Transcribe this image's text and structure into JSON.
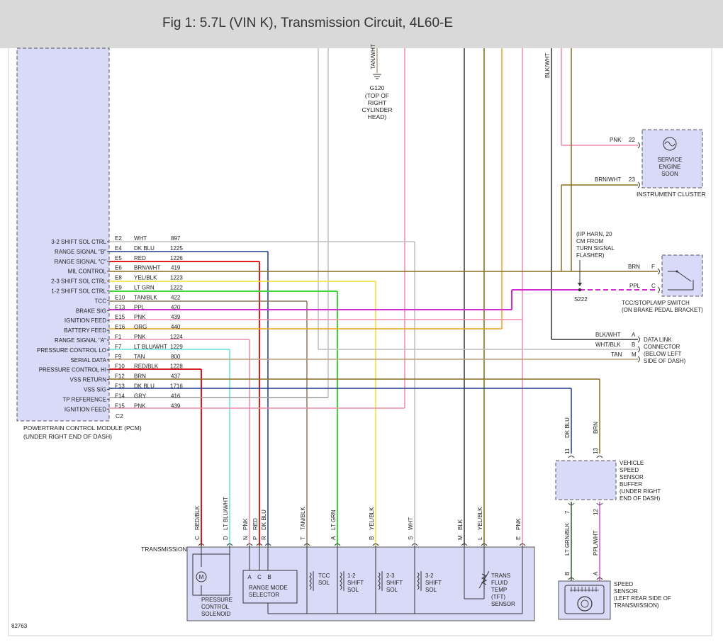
{
  "header": {
    "title": "Fig 1: 5.7L (VIN K), Transmission Circuit, 4L60-E"
  },
  "figure_id": "82763",
  "colors": {
    "WHT": "#bdbdbd",
    "DK BLU": "#1f3a93",
    "RED": "#e31b1b",
    "BRN/WHT": "#8a6d1c",
    "YEL/BLK": "#7a6a14",
    "LT GRN": "#4ecb3f",
    "1-2 GRN": "#3bd43b",
    "TAN/BLK": "#8a7a5c",
    "PPL": "#d22bd2",
    "PNK": "#f28aa8",
    "ORG": "#f0a020",
    "LT BLU/WHT": "#62e0e0",
    "TAN": "#b59f7a",
    "RED/BLK": "#d01c1c",
    "BRN": "#8a6a22",
    "GRY": "#9a9a9a",
    "BLK": "#333333",
    "YEL": "#f2e12d",
    "LT GRN/BLK": "#2f5e2f",
    "PPL/WHT": "#d64fd6",
    "box_fill": "#d9daf8",
    "box_stroke": "#555555"
  },
  "pcm": {
    "name": "POWERTRAIN CONTROL MODULE (PCM)",
    "location": "(UNDER RIGHT END OF DASH)",
    "connector": "C2",
    "pins": [
      {
        "label": "3-2 SHIFT SOL CTRL",
        "pin": "E2",
        "color": "WHT",
        "circuit": "897"
      },
      {
        "label": "RANGE SIGNAL \"B\"",
        "pin": "E4",
        "color": "DK BLU",
        "circuit": "1225"
      },
      {
        "label": "RANGE SIGNAL \"C\"",
        "pin": "E5",
        "color": "RED",
        "circuit": "1226"
      },
      {
        "label": "MIL CONTROL",
        "pin": "E6",
        "color": "BRN/WHT",
        "circuit": "419"
      },
      {
        "label": "2-3 SHIFT SOL CTRL",
        "pin": "E8",
        "color": "YEL/BLK",
        "circuit": "1223"
      },
      {
        "label": "1-2 SHIFT SOL CTRL",
        "pin": "E9",
        "color": "LT GRN",
        "circuit": "1222"
      },
      {
        "label": "TCC",
        "pin": "E10",
        "color": "TAN/BLK",
        "circuit": "422"
      },
      {
        "label": "BRAKE SIG",
        "pin": "E13",
        "color": "PPL",
        "circuit": "420"
      },
      {
        "label": "IGNITION FEED",
        "pin": "E15",
        "color": "PNK",
        "circuit": "439"
      },
      {
        "label": "BATTERY FEED",
        "pin": "E16",
        "color": "ORG",
        "circuit": "440"
      },
      {
        "label": "RANGE SIGNAL \"A\"",
        "pin": "F1",
        "color": "PNK",
        "circuit": "1224"
      },
      {
        "label": "PRESSURE CONTROL LO",
        "pin": "F7",
        "color": "LT BLU/WHT",
        "circuit": "1229"
      },
      {
        "label": "SERIAL DATA",
        "pin": "F9",
        "color": "TAN",
        "circuit": "800"
      },
      {
        "label": "PRESSURE CONTROL HI",
        "pin": "F10",
        "color": "RED/BLK",
        "circuit": "1228"
      },
      {
        "label": "VSS RETURN",
        "pin": "F12",
        "color": "BRN",
        "circuit": "437"
      },
      {
        "label": "VSS SIG",
        "pin": "F13",
        "color": "DK BLU",
        "circuit": "1716"
      },
      {
        "label": "TP REFERENCE",
        "pin": "F14",
        "color": "GRY",
        "circuit": "416"
      },
      {
        "label": "IGNITION FEED",
        "pin": "F15",
        "color": "PNK",
        "circuit": "439"
      }
    ]
  },
  "ground": {
    "wire": "TAN/WHT",
    "name": "G120",
    "location": [
      "(TOP OF",
      "RIGHT",
      "CYLINDER",
      "HEAD)"
    ]
  },
  "top_wire_label": "BLK/WHT",
  "instrument_cluster": {
    "name": "INSTRUMENT CLUSTER",
    "lamp": [
      "SERVICE",
      "ENGINE",
      "SOON"
    ],
    "pins": [
      {
        "color": "PNK",
        "pin": "22"
      },
      {
        "color": "BRN/WHT",
        "pin": "23"
      }
    ]
  },
  "splice": {
    "name": "S222",
    "note": [
      "(I/P HARN, 20",
      "CM FROM",
      "TURN SIGNAL",
      "FLASHER)"
    ]
  },
  "tcc_switch": {
    "name": "TCC/STOPLAMP SWITCH",
    "location": "(ON BRAKE PEDAL BRACKET)",
    "pins": [
      {
        "color": "BRN",
        "pin": "F"
      },
      {
        "color": "PPL",
        "pin": "C"
      }
    ]
  },
  "dlc": {
    "lines": [
      "DATA LINK",
      "CONNECTOR",
      "(BELOW LEFT",
      "SIDE OF DASH)"
    ],
    "pins": [
      {
        "color": "BLK/WHT",
        "pin": "A"
      },
      {
        "color": "WHT/BLK",
        "pin": "B"
      },
      {
        "color": "TAN",
        "pin": "M"
      }
    ]
  },
  "vss_buffer": {
    "lines": [
      "VEHICLE",
      "SPEED",
      "SENSOR",
      "BUFFER",
      "(UNDER RIGHT",
      "END OF DASH)"
    ],
    "top_pins": [
      {
        "color": "DK BLU",
        "pin": "11"
      },
      {
        "color": "BRN",
        "pin": "13"
      }
    ],
    "bottom_pins": [
      {
        "color": "LT GRN/BLK",
        "pin": "7"
      },
      {
        "color": "PPL/WHT",
        "pin": "12"
      }
    ]
  },
  "speed_sensor": {
    "lines": [
      "SPEED",
      "SENSOR",
      "(LEFT REAR SIDE OF",
      "TRANSMISSION)"
    ],
    "pins": [
      {
        "color": "LT GRN/BLK",
        "pin": "B"
      },
      {
        "color": "PPL/WHT",
        "pin": "A"
      }
    ]
  },
  "transmission": {
    "name": "TRANSMISSION",
    "pins": [
      {
        "pin": "C",
        "color": "RED/BLK"
      },
      {
        "pin": "D",
        "color": "LT BLU/WHT"
      },
      {
        "pin": "N",
        "color": "PNK"
      },
      {
        "pin": "P",
        "color": "RED"
      },
      {
        "pin": "R",
        "color": "DK BLU"
      },
      {
        "pin": "T",
        "color": "TAN/BLK"
      },
      {
        "pin": "A",
        "color": "LT GRN"
      },
      {
        "pin": "B",
        "color": "YEL/BLK"
      },
      {
        "pin": "S",
        "color": "WHT"
      },
      {
        "pin": "M",
        "color": "BLK"
      },
      {
        "pin": "L",
        "color": "YEL/BLK"
      },
      {
        "pin": "E",
        "color": "PNK"
      }
    ],
    "pcs": [
      "PRESSURE",
      "CONTROL",
      "SOLENOID"
    ],
    "pcs_symbol": "M",
    "range_selector": {
      "pins": [
        "A",
        "C",
        "B"
      ],
      "lines": [
        "RANGE MODE",
        "SELECTOR"
      ]
    },
    "solenoids": [
      {
        "lines": [
          "TCC",
          "SOL"
        ]
      },
      {
        "lines": [
          "1-2",
          "SHIFT",
          "SOL"
        ]
      },
      {
        "lines": [
          "2-3",
          "SHIFT",
          "SOL"
        ]
      },
      {
        "lines": [
          "3-2",
          "SHIFT",
          "SOL"
        ]
      }
    ],
    "tft": [
      "TRANS",
      "FLUID",
      "TEMP",
      "(TFT)",
      "SENSOR"
    ]
  }
}
